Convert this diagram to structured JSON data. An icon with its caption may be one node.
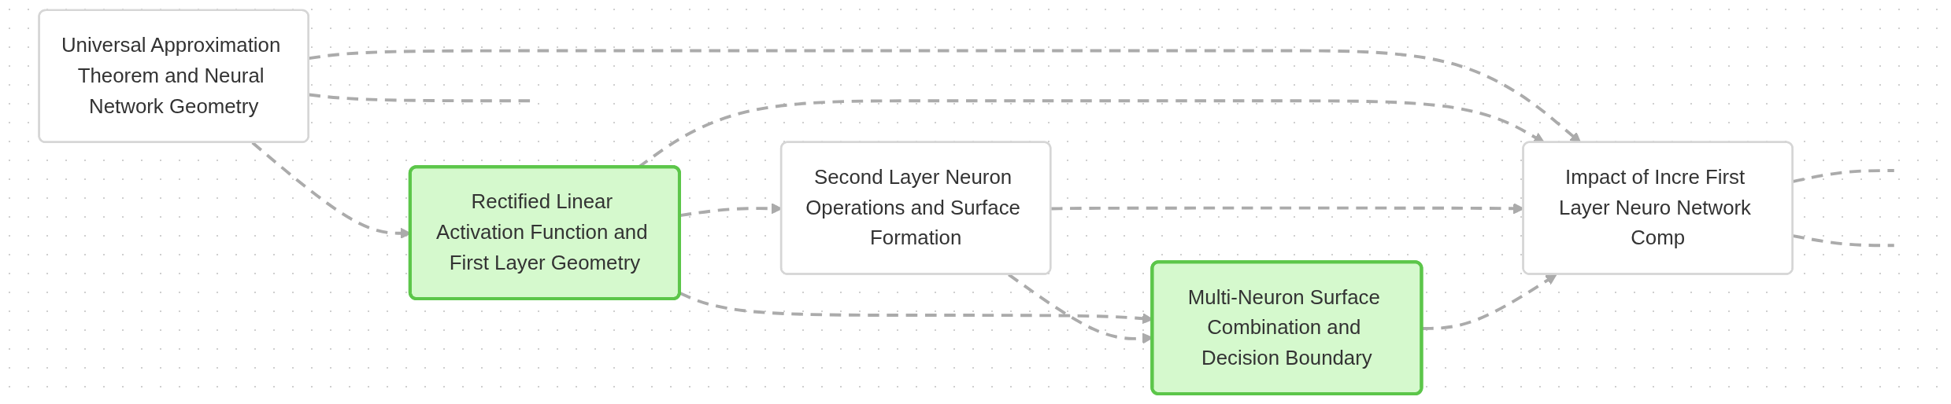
{
  "diagram": {
    "nodes": [
      {
        "text": [
          "Universal Approximation Theorem and Neural Network Geometry"
        ]
      },
      {
        "text": [
          "Rectified Linear Activation Function and First Layer Geometry"
        ]
      },
      {
        "text": [
          "Second Layer Neuron Operations and Surface Formation"
        ]
      },
      {
        "text": [
          "Multi-Neuron Surface Combination and Decision Boundary"
        ]
      },
      {
        "text": [
          "Impact of Incre First Layer Neuro Network Comp"
        ]
      }
    ],
    "edges": [
      {
        "from": 0,
        "to": 1,
        "arrow": "to",
        "style": "dashed"
      },
      {
        "from": 0,
        "to": 4,
        "arrow": "to",
        "style": "dashed"
      },
      {
        "from": 0,
        "to": null,
        "arrow": "none",
        "style": "dashed"
      },
      {
        "from": 1,
        "to": 2,
        "arrow": "to",
        "style": "dashed"
      },
      {
        "from": 1,
        "to": 3,
        "arrow": "to",
        "style": "dashed"
      },
      {
        "from": 1,
        "to": 4,
        "arrow": "to",
        "style": "dashed"
      },
      {
        "from": 2,
        "to": 3,
        "arrow": "to",
        "style": "dashed"
      },
      {
        "from": 2,
        "to": 4,
        "arrow": "to",
        "style": "dashed"
      },
      {
        "from": 3,
        "to": 4,
        "arrow": "to",
        "style": "dashed"
      },
      {
        "from": 4,
        "to": null,
        "arrow": "none",
        "style": "dashed"
      },
      {
        "from": 4,
        "to": null,
        "arrow": "none",
        "style": "dashed"
      }
    ]
  }
}
